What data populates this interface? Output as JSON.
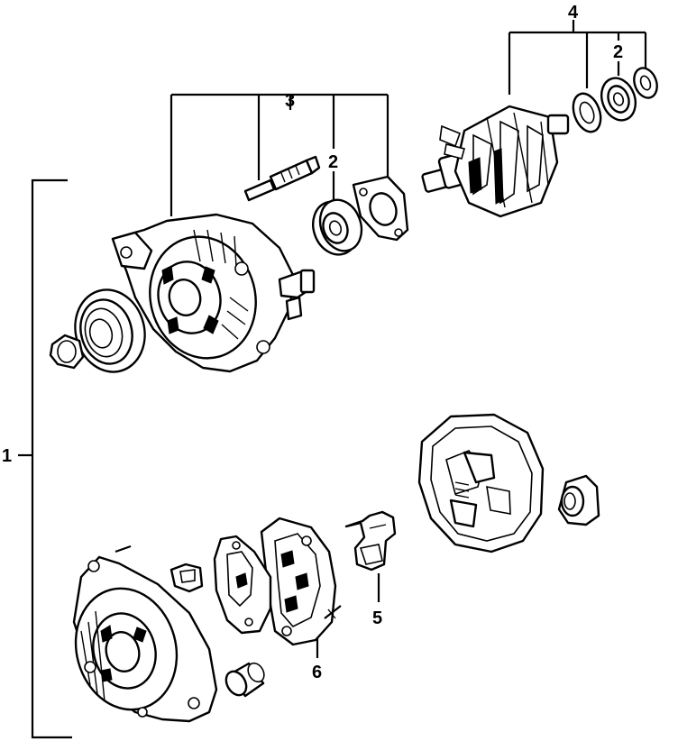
{
  "diagram": {
    "callouts": [
      {
        "id": "c1",
        "text": "1"
      },
      {
        "id": "c2a",
        "text": "2"
      },
      {
        "id": "c2b",
        "text": "2"
      },
      {
        "id": "c3",
        "text": "3"
      },
      {
        "id": "c4",
        "text": "4"
      },
      {
        "id": "c5",
        "text": "5"
      },
      {
        "id": "c6",
        "text": "6"
      }
    ],
    "colors": {
      "line": "#000000",
      "background": "#ffffff"
    }
  }
}
